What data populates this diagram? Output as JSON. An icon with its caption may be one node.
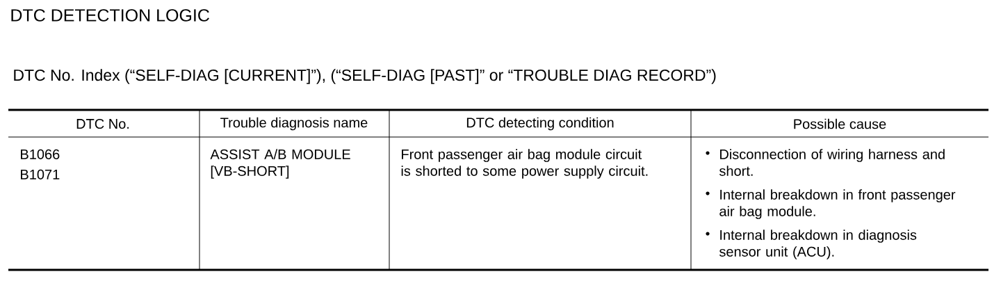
{
  "diagram": {
    "title": "DTC DETECTION LOGIC",
    "labels": [
      "DTC No. Index (“SELF-DIAG [CURRENT]”), (“SELF-DIAG [PAST]” or “TROUBLE DIAG RECORD”)",
      "DTC No.",
      "Trouble diagnosis name",
      "DTC detecting condition",
      "Possible cause",
      "B1066",
      "B1071",
      "ASSIST A/B MODULE [VB-SHORT]",
      "Front passenger air bag module circuit is shorted to some power supply circuit.",
      "Disconnection of wiring harness and short.",
      "Internal breakdown in front passenger air bag module.",
      "Internal breakdown in diagnosis sensor unit (ACU)."
    ]
  }
}
